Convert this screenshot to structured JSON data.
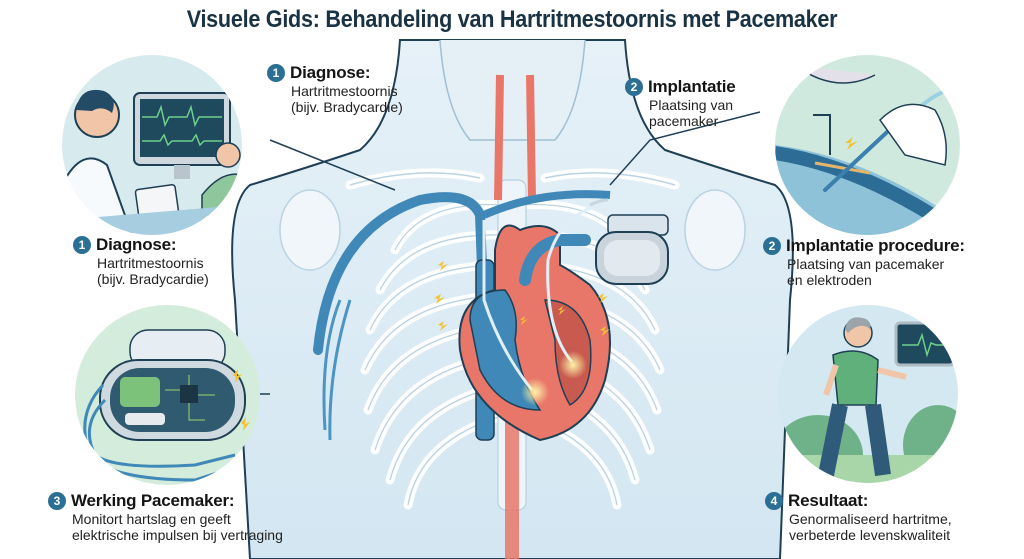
{
  "title": "Visuele Gids: Behandeling van Hartritmestoornis met Pacemaker",
  "callouts": {
    "top_diagnosis": {
      "number": "1",
      "title": "Diagnose:",
      "line1": "Hartritmestoornis",
      "line2": "(bijv. Bradycardie)"
    },
    "top_implant": {
      "number": "2",
      "title": "Implantatie",
      "line1": "Plaatsing van",
      "line2": "pacemaker"
    },
    "left_diagnosis": {
      "number": "1",
      "title": "Diagnose:",
      "line1": "Hartritmestoornis",
      "line2": "(bijv. Bradycardie)"
    },
    "right_implant": {
      "number": "2",
      "title": "Implantatie procedure:",
      "line1": "Plaatsing van pacemaker",
      "line2": "en elektroden"
    },
    "working": {
      "number": "3",
      "title": "Werking Pacemaker:",
      "line1": "Monitort hartslag en geeft",
      "line2": "elektrische impulsen bij vertraging"
    },
    "result": {
      "number": "4",
      "title": "Resultaat:",
      "line1": "Genormaliseerd hartritme,",
      "line2": "verbeterde levenskwaliteit"
    }
  },
  "illustrations": {
    "diagnosis": "doctor-monitoring-ecg-with-patient",
    "implantation": "gloved-hand-inserting-lead-into-vein",
    "device": "pacemaker-internals-with-leads",
    "result": "man-walking-with-normal-ecg",
    "center": "torso-ribcage-heart-with-pacemaker"
  },
  "colors": {
    "title": "#1a3344",
    "badge": "#2b6f95",
    "vein_blue": "#3f88b8",
    "artery_red": "#e8776a",
    "body_bg": "#dcebf4",
    "circle_green": "#d6ecdf",
    "spark": "#f2c232"
  }
}
